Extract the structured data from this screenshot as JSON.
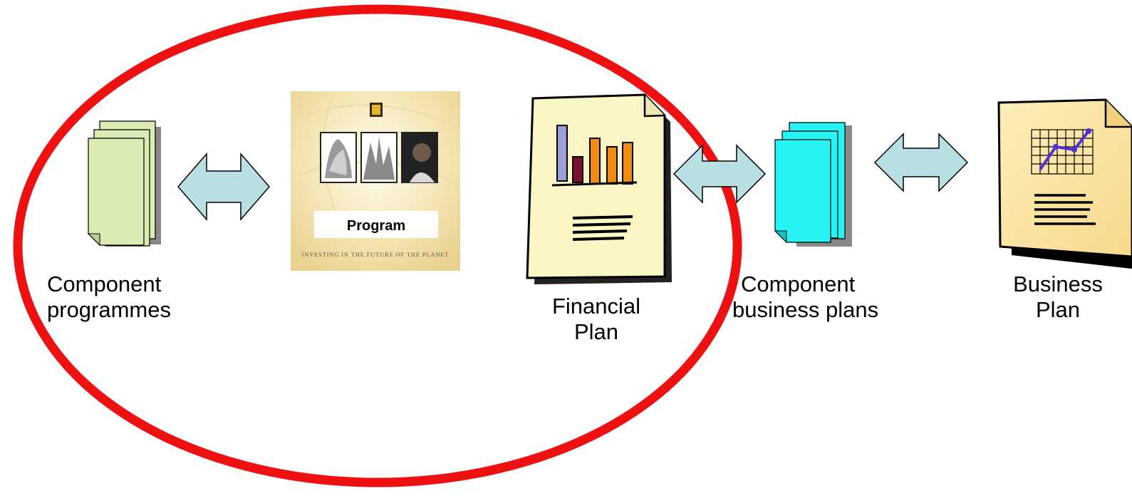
{
  "nodes": {
    "component_programmes": {
      "line1": "Component",
      "line2": "programmes",
      "icon": "stacked-documents-icon",
      "color": "#d9ebb0"
    },
    "program_cover": {
      "title": "Program",
      "tagline": "INVESTING IN THE FUTURE OF THE PLANET"
    },
    "financial_plan": {
      "line1": "Financial",
      "line2": "Plan",
      "icon": "bar-chart-document-icon",
      "color": "#fbf6c3"
    },
    "component_business_plans": {
      "line1": "Component",
      "line2": "business plans",
      "icon": "stacked-documents-icon",
      "color": "#26f4f4"
    },
    "business_plan": {
      "line1": "Business",
      "line2": "Plan",
      "icon": "line-chart-document-icon",
      "color": "#fce6a8"
    }
  },
  "connectors": {
    "color": "#b8e0e3",
    "style": "double-headed-arrow",
    "count": 3
  },
  "highlight": {
    "color": "#ee1111",
    "shape": "ellipse"
  }
}
